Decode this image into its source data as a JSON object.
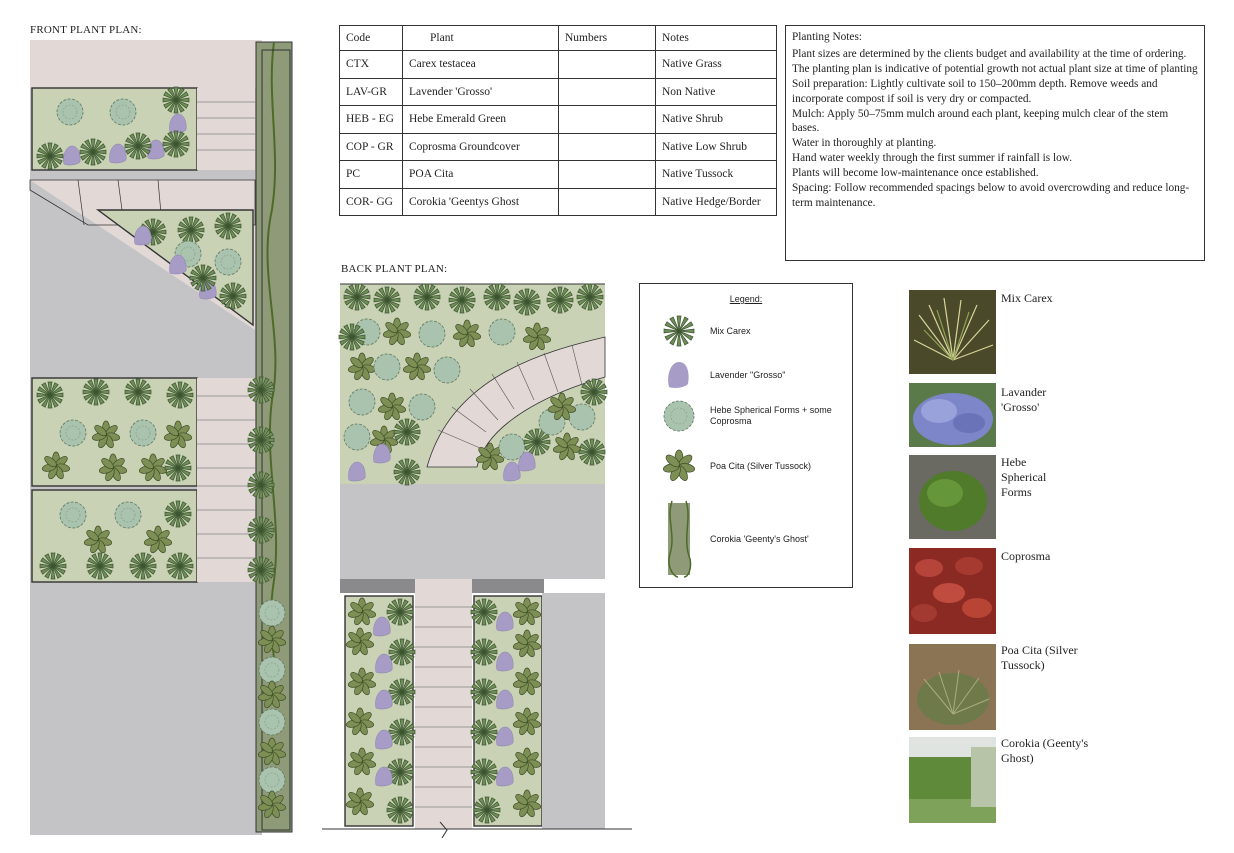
{
  "front_plan_title": "FRONT PLANT PLAN:",
  "back_plan_title": "BACK PLANT PLAN:",
  "schedule": {
    "headers": [
      "Code",
      "Plant",
      "Numbers",
      "Notes"
    ],
    "rows": [
      {
        "code": "CTX",
        "plant": "Carex testacea",
        "numbers": "",
        "notes": "Native Grass"
      },
      {
        "code": "LAV-GR",
        "plant": "Lavender 'Grosso'",
        "numbers": "",
        "notes": "Non Native"
      },
      {
        "code": "HEB - EG",
        "plant": "Hebe Emerald Green",
        "numbers": "",
        "notes": "Native Shrub"
      },
      {
        "code": "COP - GR",
        "plant": "Coprosma Groundcover",
        "numbers": "",
        "notes": "Native Low Shrub"
      },
      {
        "code": "PC",
        "plant": "POA Cita",
        "numbers": "",
        "notes": "Native Tussock"
      },
      {
        "code": "COR- GG",
        "plant": "Corokia 'Geentys Ghost",
        "numbers": "",
        "notes": "Native Hedge/Border"
      }
    ]
  },
  "planting_notes": {
    "heading": "Planting Notes:",
    "lines": [
      "Plant sizes are determined by the clients budget and availability at the time of ordering.",
      "The planting plan is indicative of potential growth not actual plant size at time of planting",
      "Soil preparation: Lightly cultivate soil to 150–200mm depth. Remove weeds and incorporate compost if soil is very dry or compacted.",
      "Mulch: Apply 50–75mm mulch around each plant, keeping mulch clear of the stem bases.",
      "Water in thoroughly at planting.",
      "Hand water weekly through the first summer if rainfall is low.",
      "Plants will become low-maintenance once established.",
      "Spacing: Follow recommended spacings below to avoid overcrowding and reduce long-term maintenance."
    ]
  },
  "legend": {
    "heading": "Legend:",
    "items": [
      {
        "label": "Mix Carex",
        "icon": "carex-icon"
      },
      {
        "label": "Lavender \"Grosso\"",
        "icon": "lavender-icon"
      },
      {
        "label": "Hebe Spherical Forms + some Coprosma",
        "icon": "hebe-icon"
      },
      {
        "label": "Poa Cita (Silver Tussock)",
        "icon": "poa-icon"
      },
      {
        "label": "Corokia 'Geenty's Ghost'",
        "icon": "corokia-icon"
      }
    ]
  },
  "photos": [
    {
      "label": "Mix Carex"
    },
    {
      "label": "Lavander 'Grosso'"
    },
    {
      "label": "Hebe Spherical Forms"
    },
    {
      "label": "Coprosma"
    },
    {
      "label": "Poa Cita (Silver Tussock)"
    },
    {
      "label": "Corokia (Geenty's Ghost)"
    }
  ],
  "colors": {
    "bed": "#c9d2b4",
    "paving": "#e2d9d7",
    "concrete": "#c4c4c6",
    "hedge": "#8f9b78",
    "carex": "#6e8d59",
    "lavender": "#a69cc6",
    "hebe": "#aac3ae",
    "poa": "#7d8f55"
  }
}
